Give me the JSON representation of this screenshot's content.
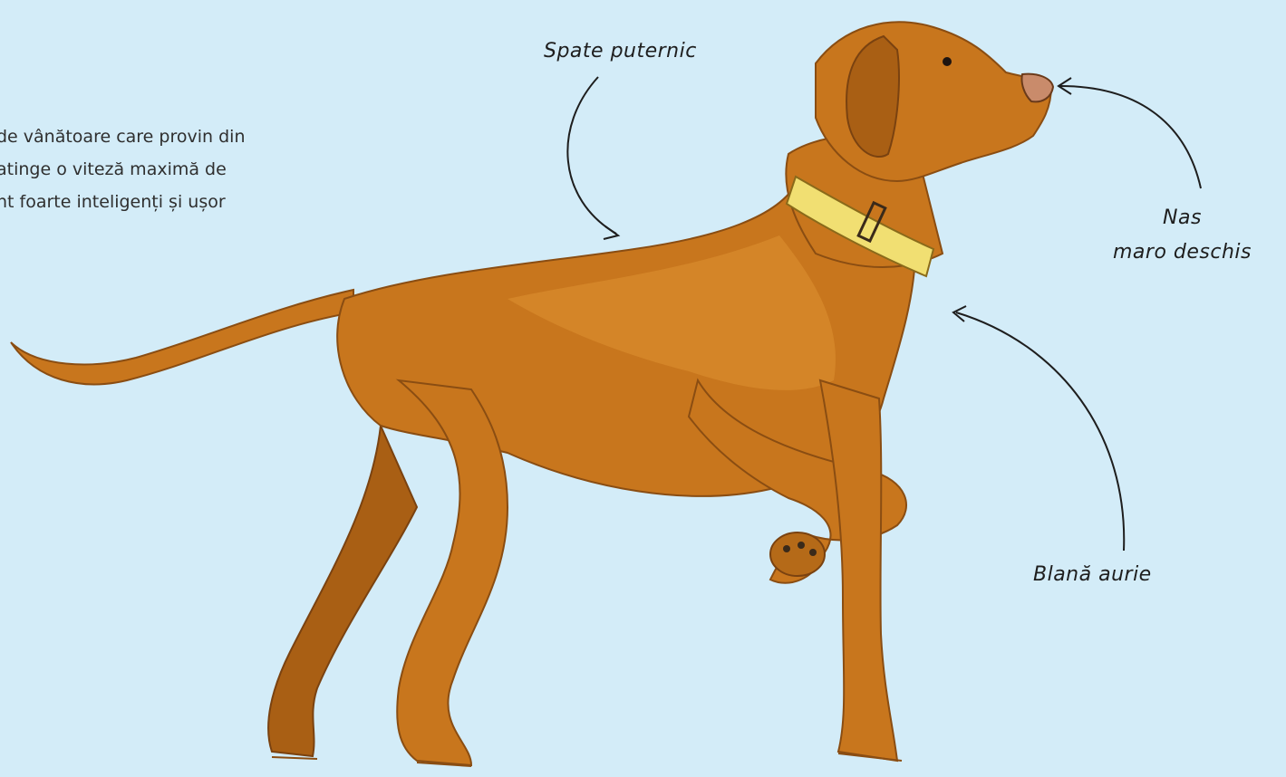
{
  "intro": {
    "lines": [
      "de vânătoare care provin din",
      "atinge o viteză maximă de",
      "nt foarte inteligenți și ușor"
    ]
  },
  "labels": {
    "back": "Spate puternic",
    "nose_line1": "Nas",
    "nose_line2": "maro deschis",
    "fur": "Blană aurie"
  },
  "colors": {
    "background": "#d3ecf8",
    "fur": "#c8761d",
    "fur_shadow": "#a95f14",
    "fur_light": "#d98b2e",
    "collar": "#f1df72",
    "nose": "#c98b6b",
    "ink": "#1e1e1e"
  }
}
